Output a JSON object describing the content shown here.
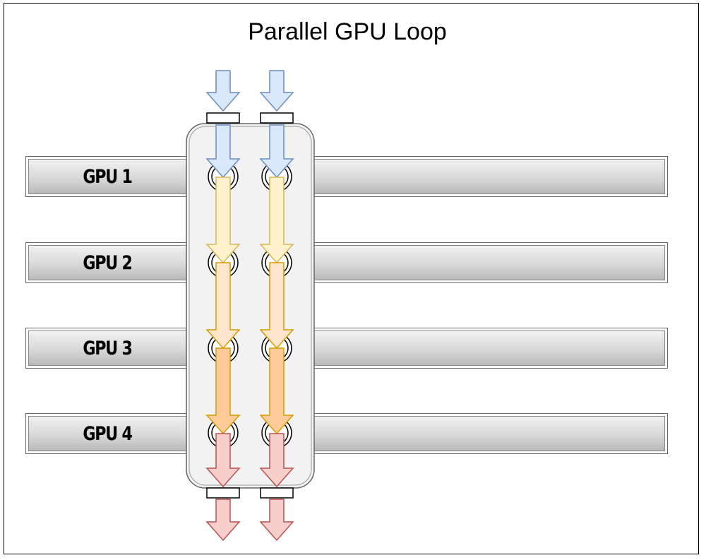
{
  "title": "Parallel GPU Loop",
  "gpus": [
    {
      "label": "GPU 1"
    },
    {
      "label": "GPU 2"
    },
    {
      "label": "GPU 3"
    },
    {
      "label": "GPU 4"
    }
  ],
  "colors": {
    "inflow_fill": "#dae8fc",
    "inflow_stroke": "#6c8ebf",
    "stage1_fill": "#fff2cc",
    "stage1_stroke": "#d6b656",
    "stage2_fill": "#ffe6cc",
    "stage2_stroke": "#d79b00",
    "stage3_fill": "#ffcc99",
    "stage3_stroke": "#d79b00",
    "outflow_fill": "#f8cecc",
    "outflow_stroke": "#b85450",
    "block_fill": "#f2f2f2",
    "block_stroke": "#666666"
  }
}
